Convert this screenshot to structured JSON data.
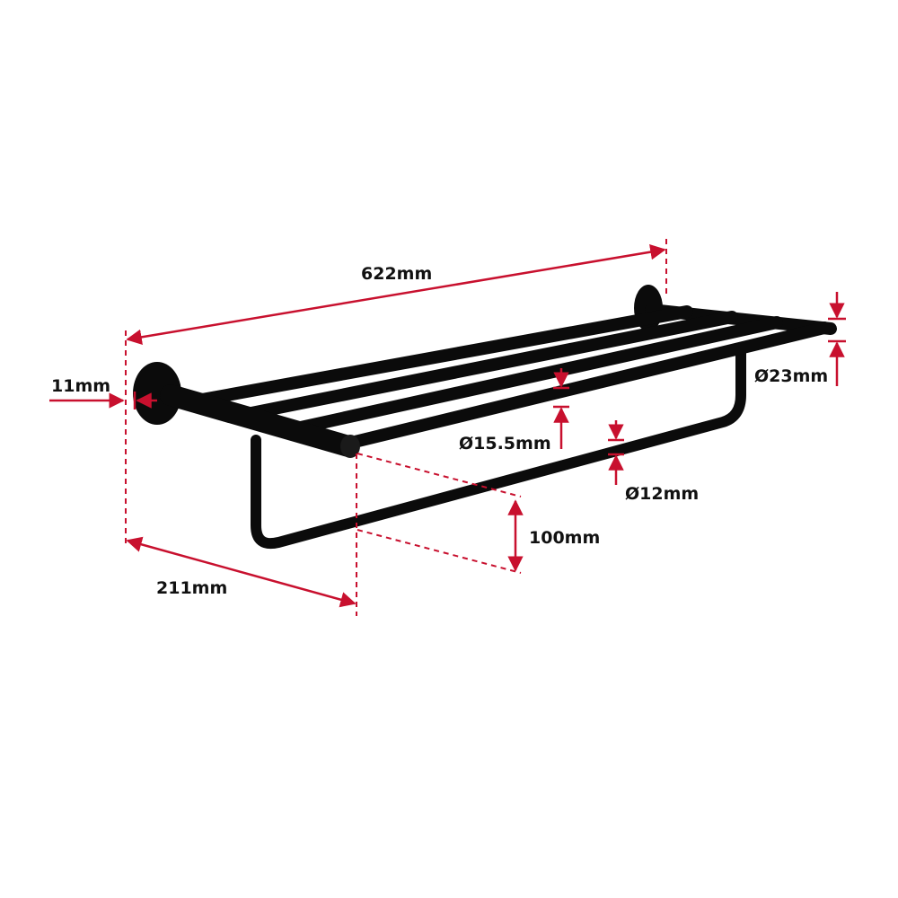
{
  "colors": {
    "dimension": "#c8102e",
    "product": "#0b0b0b",
    "background": "#ffffff"
  },
  "dimensions": {
    "length": "622mm",
    "plate_thickness": "11mm",
    "plate_diameter": "Ø23mm",
    "rail_diameter": "Ø15.5mm",
    "loop_diameter": "Ø12mm",
    "loop_drop": "100mm",
    "depth": "211mm"
  }
}
